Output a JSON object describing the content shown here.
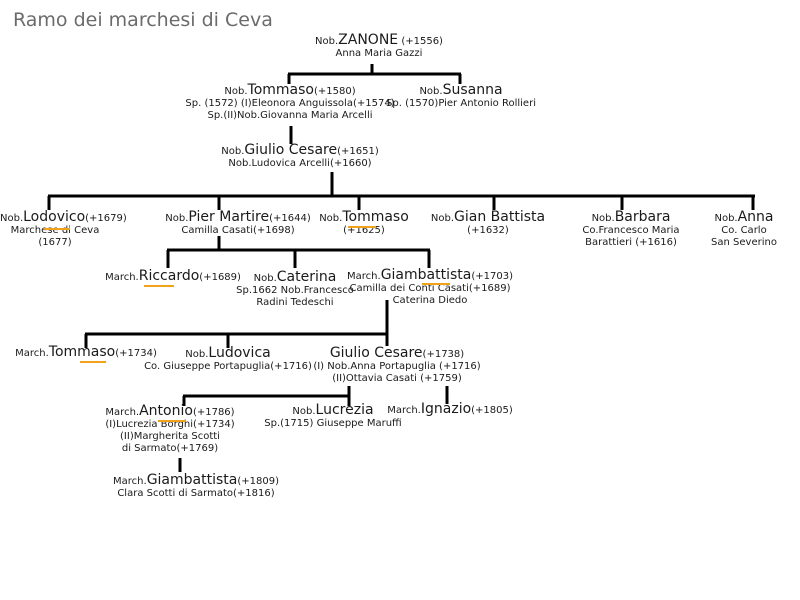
{
  "title": "Ramo dei marchesi di Ceva",
  "people": {
    "zanone": {
      "title": "Nob.",
      "name": "ZANONE",
      "dates": "(+1556)",
      "lines": [
        "Anna Maria Gazzi"
      ]
    },
    "tommaso1": {
      "title": "Nob.",
      "name": "Tommaso",
      "dates": "(+1580)",
      "lines": [
        "Sp. (1572) (I)Eleonora Anguissola(+1574)",
        "Sp.(II)Nob.Giovanna Maria Arcelli"
      ]
    },
    "susanna": {
      "title": "Nob.",
      "name": "Susanna",
      "dates": "",
      "lines": [
        "Sp. (1570)Pier Antonio Rollieri"
      ]
    },
    "giulio_cesare1": {
      "title": "Nob.",
      "name": "Giulio Cesare",
      "dates": "(+1651)",
      "lines": [
        "Nob.Ludovica Arcelli(+1660)"
      ]
    },
    "lodovico": {
      "title": "Nob.",
      "name": "Lodovico",
      "dates": "(+1679)",
      "lines": [
        "Marchese di Ceva",
        "(1677)"
      ]
    },
    "pier_martire": {
      "title": "Nob.",
      "name": "Pier Martire",
      "dates": "(+1644)",
      "lines": [
        "Camilla Casati(+1698)"
      ]
    },
    "tommaso2": {
      "title": "Nob.",
      "name": "Tommaso",
      "dates": "",
      "lines": [
        "(+1625)"
      ]
    },
    "gian_battista": {
      "title": "Nob.",
      "name": "Gian Battista",
      "dates": "",
      "lines": [
        "(+1632)"
      ]
    },
    "barbara": {
      "title": "Nob.",
      "name": "Barbara",
      "dates": "",
      "lines": [
        "Co.Francesco Maria",
        "Barattieri (+1616)"
      ]
    },
    "anna": {
      "title": "Nob.",
      "name": "Anna",
      "dates": "",
      "lines": [
        "Co. Carlo",
        "San Severino"
      ]
    },
    "riccardo": {
      "title": "March.",
      "name": "Riccardo",
      "dates": "(+1689)",
      "lines": []
    },
    "caterina": {
      "title": "Nob.",
      "name": "Caterina",
      "dates": "",
      "lines": [
        "Sp.1662 Nob.Francesco",
        "Radini Tedeschi"
      ]
    },
    "giambattista1": {
      "title": "March.",
      "name": "Giambattista",
      "dates": "(+1703)",
      "lines": [
        "Camilla dei Conti Casati(+1689)",
        "Caterina Diedo"
      ]
    },
    "tommaso3": {
      "title": "March.",
      "name": "Tommaso",
      "dates": "(+1734)",
      "lines": []
    },
    "ludovica": {
      "title": "Nob.",
      "name": "Ludovica",
      "dates": "",
      "lines": [
        "Co. Giuseppe Portapuglia(+1716)"
      ]
    },
    "giulio_cesare2": {
      "title": "",
      "name": "Giulio Cesare",
      "dates": "(+1738)",
      "lines": [
        "(I) Nob.Anna Portapuglia (+1716)",
        "(II)Ottavia Casati (+1759)"
      ]
    },
    "antonio": {
      "title": "March.",
      "name": "Antonio",
      "dates": "(+1786)",
      "lines": [
        "(I)Lucrezia Borghi(+1734)",
        "(II)Margherita Scotti",
        "di Sarmato(+1769)"
      ]
    },
    "lucrezia": {
      "title": "Nob.",
      "name": "Lucrezia",
      "dates": "",
      "lines": [
        "Sp.(1715) Giuseppe Maruffi"
      ]
    },
    "ignazio": {
      "title": "March.",
      "name": "Ignazio",
      "dates": "(+1805)",
      "lines": []
    },
    "giambattista2": {
      "title": "March.",
      "name": "Giambattista",
      "dates": "(+1809)",
      "lines": [
        "Clara Scotti di Sarmato(+1816)"
      ]
    }
  },
  "colors": {
    "line": "#000000",
    "underline": "#f0a31a",
    "title": "#6b6b6b"
  }
}
